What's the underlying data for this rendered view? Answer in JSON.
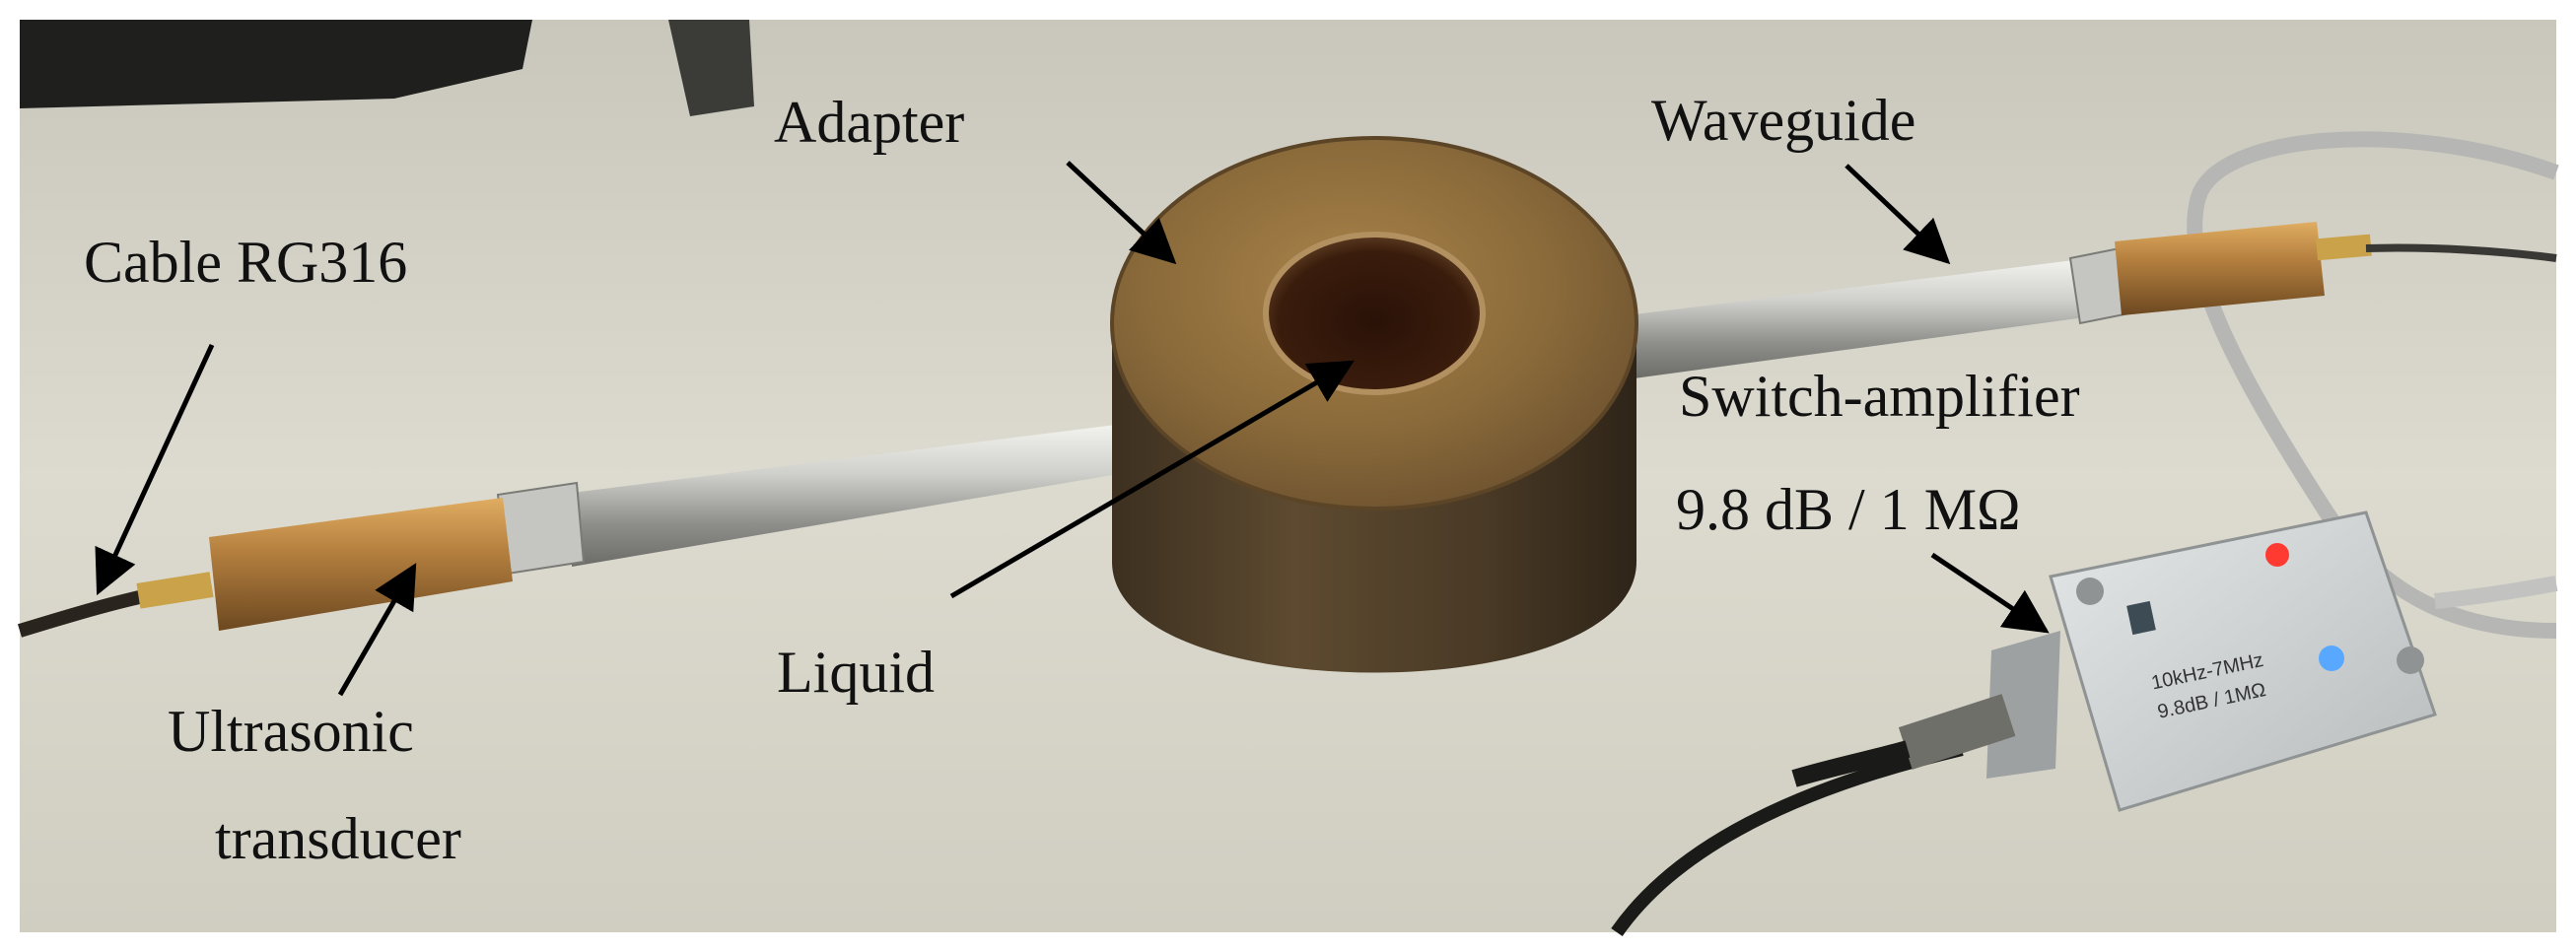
{
  "labels": {
    "adapter": "Adapter",
    "waveguide": "Waveguide",
    "cable": "Cable RG316",
    "switch_amplifier": "Switch-amplifier",
    "amplifier_spec": "9.8 dB / 1 MΩ",
    "liquid": "Liquid",
    "ultrasonic": "Ultrasonic",
    "transducer": "transducer"
  },
  "device_text": {
    "line1": "10kHz-7MHz",
    "line2": "9.8dB / 1MΩ"
  },
  "colors": {
    "background": "#d7d5c7",
    "brass": "#8a6a3a",
    "steel": "#b9b9b4",
    "amplifier_box": "#cfd3d4",
    "led_red": "#ff3a30",
    "led_blue": "#59a8ff"
  }
}
